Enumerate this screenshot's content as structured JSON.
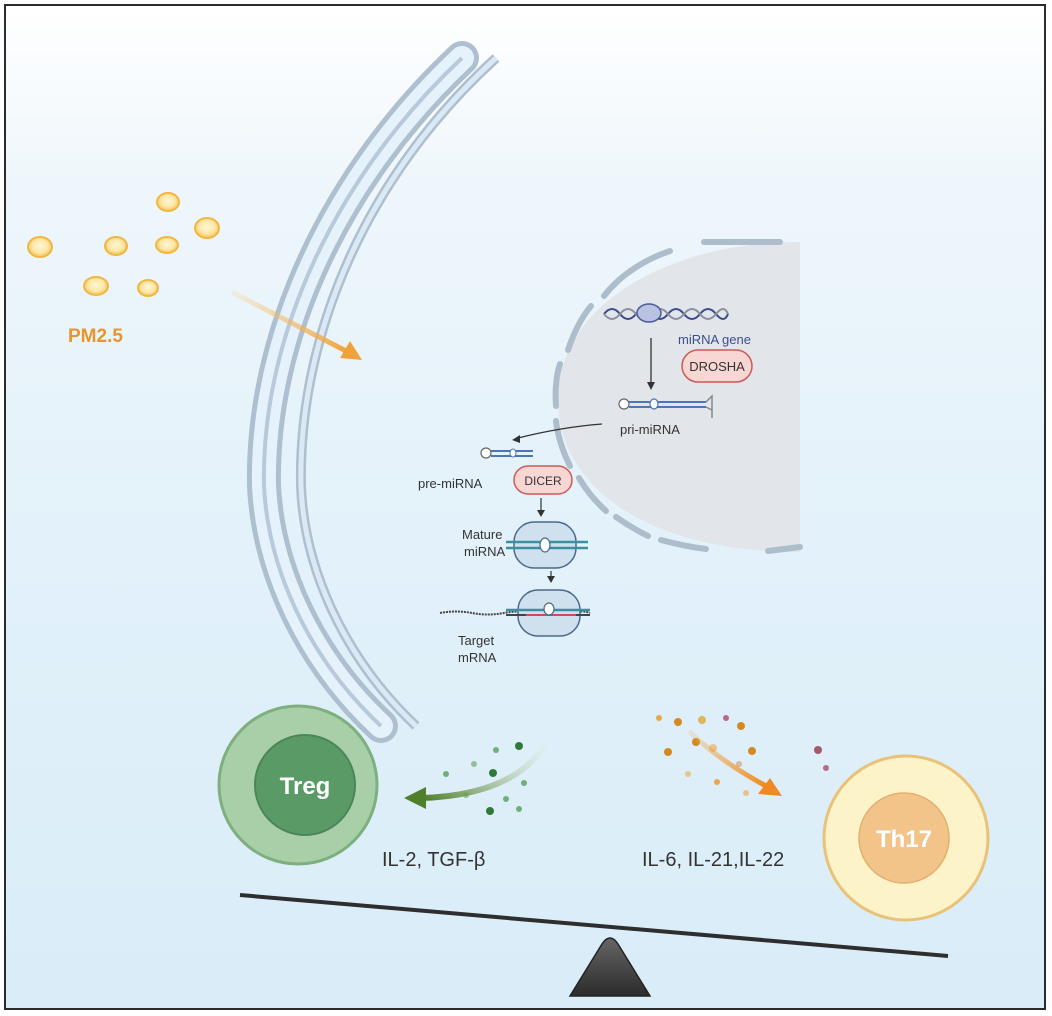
{
  "pm": {
    "label": "PM2.5",
    "color": "#e8952e"
  },
  "nucleus": {
    "gene_label": "miRNA gene",
    "drosha_label": "DROSHA",
    "pri_label": "pri-miRNA"
  },
  "cytoplasm": {
    "pre_label": "pre-miRNA",
    "dicer_label": "DICER",
    "mature_label_1": "Mature",
    "mature_label_2": "miRNA",
    "target_label_1": "Target",
    "target_label_2": "mRNA"
  },
  "treg": {
    "label": "Treg",
    "cytokines": "IL-2, TGF-β",
    "color": "#5a9a67"
  },
  "th17": {
    "label": "Th17",
    "cytokines": "IL-6, IL-21,IL-22",
    "color": "#f1c27f"
  },
  "colors": {
    "arrow_orange": "#f0a23a",
    "arrow_green": "#4f7f2a",
    "drosha_fill": "#f7d6d4",
    "membrane": "#b7c9da"
  }
}
